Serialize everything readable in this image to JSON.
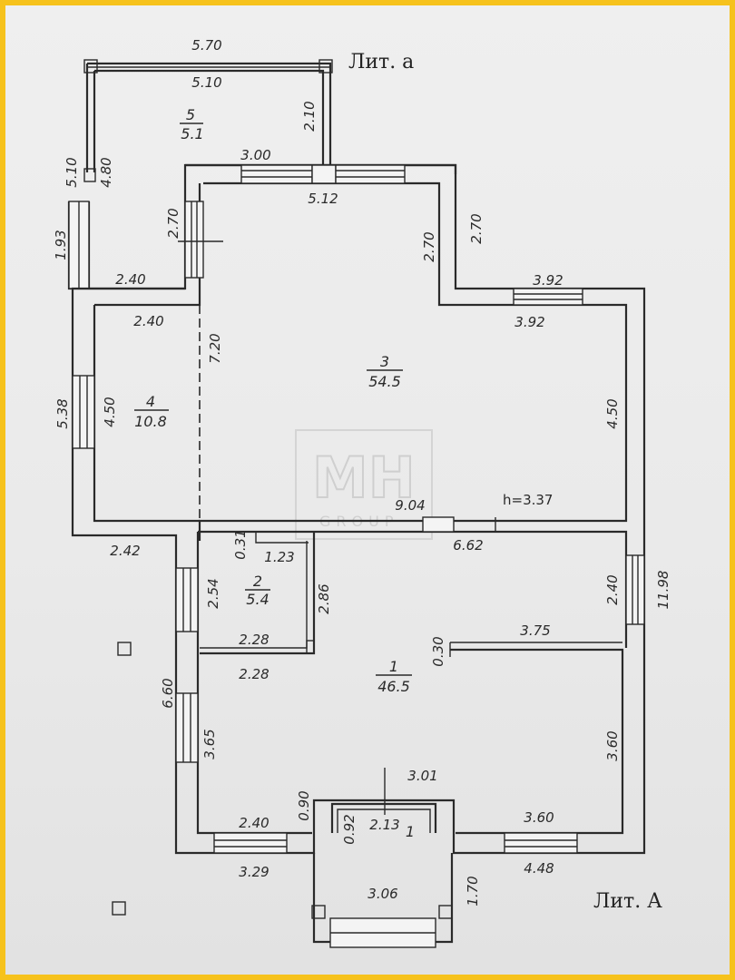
{
  "labels": {
    "lit_small": "Лит. а",
    "lit_big": "Лит. А",
    "height": "h=3.37"
  },
  "rooms": [
    {
      "num": "1",
      "area": "46.5"
    },
    {
      "num": "2",
      "area": "5.4"
    },
    {
      "num": "3",
      "area": "54.5"
    },
    {
      "num": "4",
      "area": "10.8"
    },
    {
      "num": "5",
      "area": "5.1"
    }
  ],
  "porch_num": "1",
  "dims": {
    "d570": "5.70",
    "d510": "5.10",
    "d210": "2.10",
    "d300": "3.00",
    "d510v": "5.10",
    "d480": "4.80",
    "d512": "5.12",
    "d270a": "2.70",
    "d270b": "2.70",
    "d270c": "2.70",
    "d193": "1.93",
    "d240a": "2.40",
    "d392a": "3.92",
    "d392b": "3.92",
    "d240b": "2.40",
    "d720": "7.20",
    "d538": "5.38",
    "d450a": "4.50",
    "d450b": "4.50",
    "d904": "9.04",
    "d031": "0.31",
    "d123": "1.23",
    "d662": "6.62",
    "d242": "2.42",
    "d254": "2.54",
    "d286": "2.86",
    "d240c": "2.40",
    "d1198": "11.98",
    "d228a": "2.28",
    "d030": "0.30",
    "d375": "3.75",
    "d228b": "2.28",
    "d660": "6.60",
    "d365": "3.65",
    "d360a": "3.60",
    "d301": "3.01",
    "d090": "0.90",
    "d092": "0.92",
    "d213": "2.13",
    "d240d": "2.40",
    "d360b": "3.60",
    "d329": "3.29",
    "d448": "4.48",
    "d306": "3.06",
    "d170": "1.70"
  },
  "watermark": {
    "main": "MH",
    "sub": "GROUP"
  }
}
